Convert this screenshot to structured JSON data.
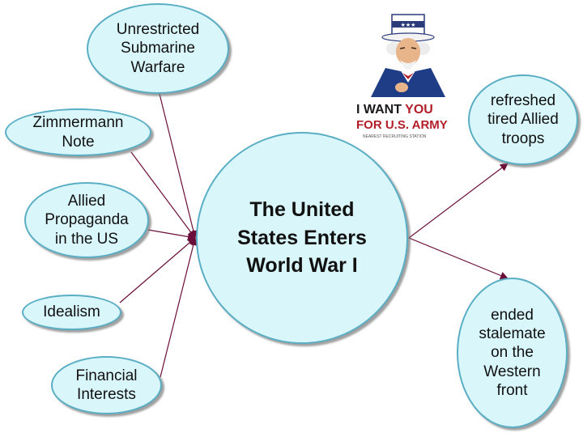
{
  "diagram": {
    "center": {
      "text": "The United\nStates Enters\nWorld War I"
    },
    "causes": [
      {
        "id": "submarine",
        "text": "Unrestricted\nSubmarine\nWarfare"
      },
      {
        "id": "zimmermann",
        "text": "Zimmermann\nNote"
      },
      {
        "id": "propaganda",
        "text": "Allied\nPropaganda\nin the US"
      },
      {
        "id": "idealism",
        "text": "Idealism"
      },
      {
        "id": "financial",
        "text": "Financial\nInterests"
      }
    ],
    "effects": [
      {
        "id": "refreshed",
        "text": "refreshed\ntired Allied\ntroops"
      },
      {
        "id": "stalemate",
        "text": "ended\nstalemate\non the\nWestern\nfront"
      }
    ],
    "poster": {
      "line1a": "I WANT ",
      "line1b": "YOU",
      "line2": "FOR U.S. ARMY",
      "line3": "NEAREST RECRUITING STATION"
    },
    "colors": {
      "node_fill": "#d9f6fb",
      "node_border": "#5aaec4",
      "arrow": "#6b0f3a"
    }
  }
}
